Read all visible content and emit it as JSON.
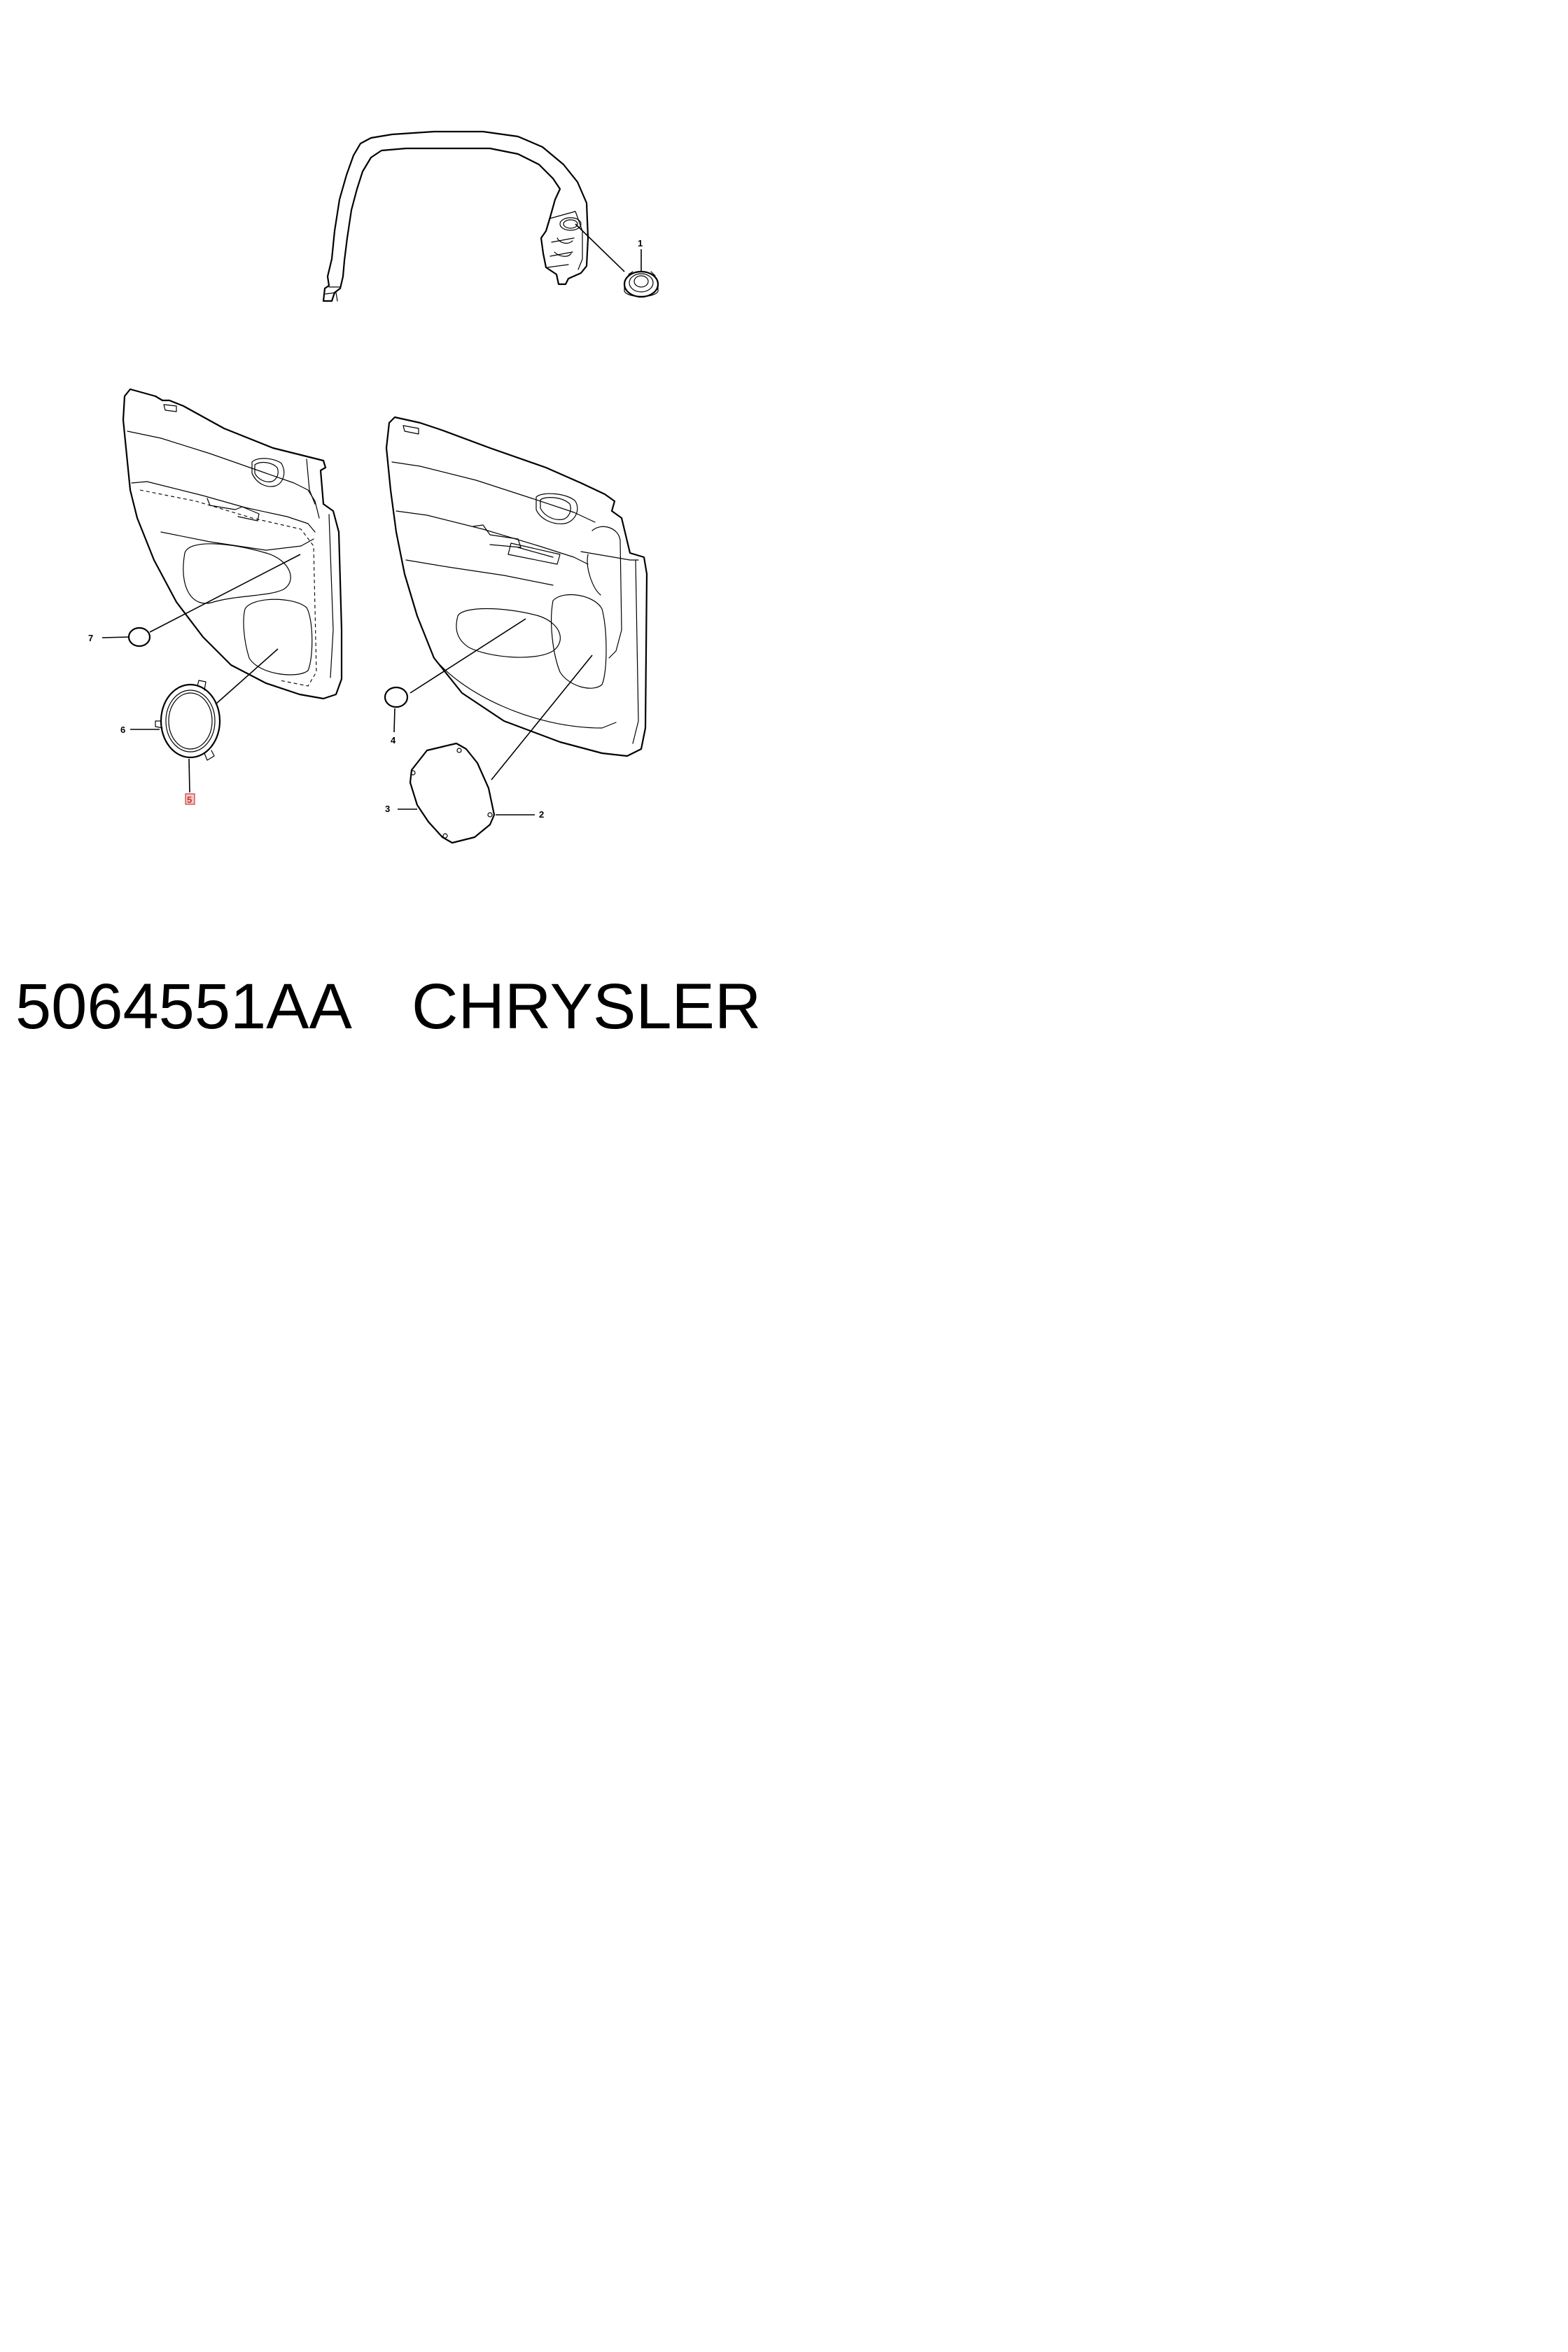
{
  "callouts": [
    {
      "id": "1",
      "label": "1",
      "highlighted": false
    },
    {
      "id": "2",
      "label": "2",
      "highlighted": false
    },
    {
      "id": "3",
      "label": "3",
      "highlighted": false
    },
    {
      "id": "4",
      "label": "4",
      "highlighted": false
    },
    {
      "id": "5",
      "label": "5",
      "highlighted": true
    },
    {
      "id": "6",
      "label": "6",
      "highlighted": false
    },
    {
      "id": "7",
      "label": "7",
      "highlighted": false
    }
  ],
  "footer": {
    "part_number": "5064551AA",
    "brand": "CHRYSLER"
  },
  "colors": {
    "line": "#000000",
    "highlight_fill": "#f6c6c6",
    "highlight_stroke": "#d23a3a"
  }
}
